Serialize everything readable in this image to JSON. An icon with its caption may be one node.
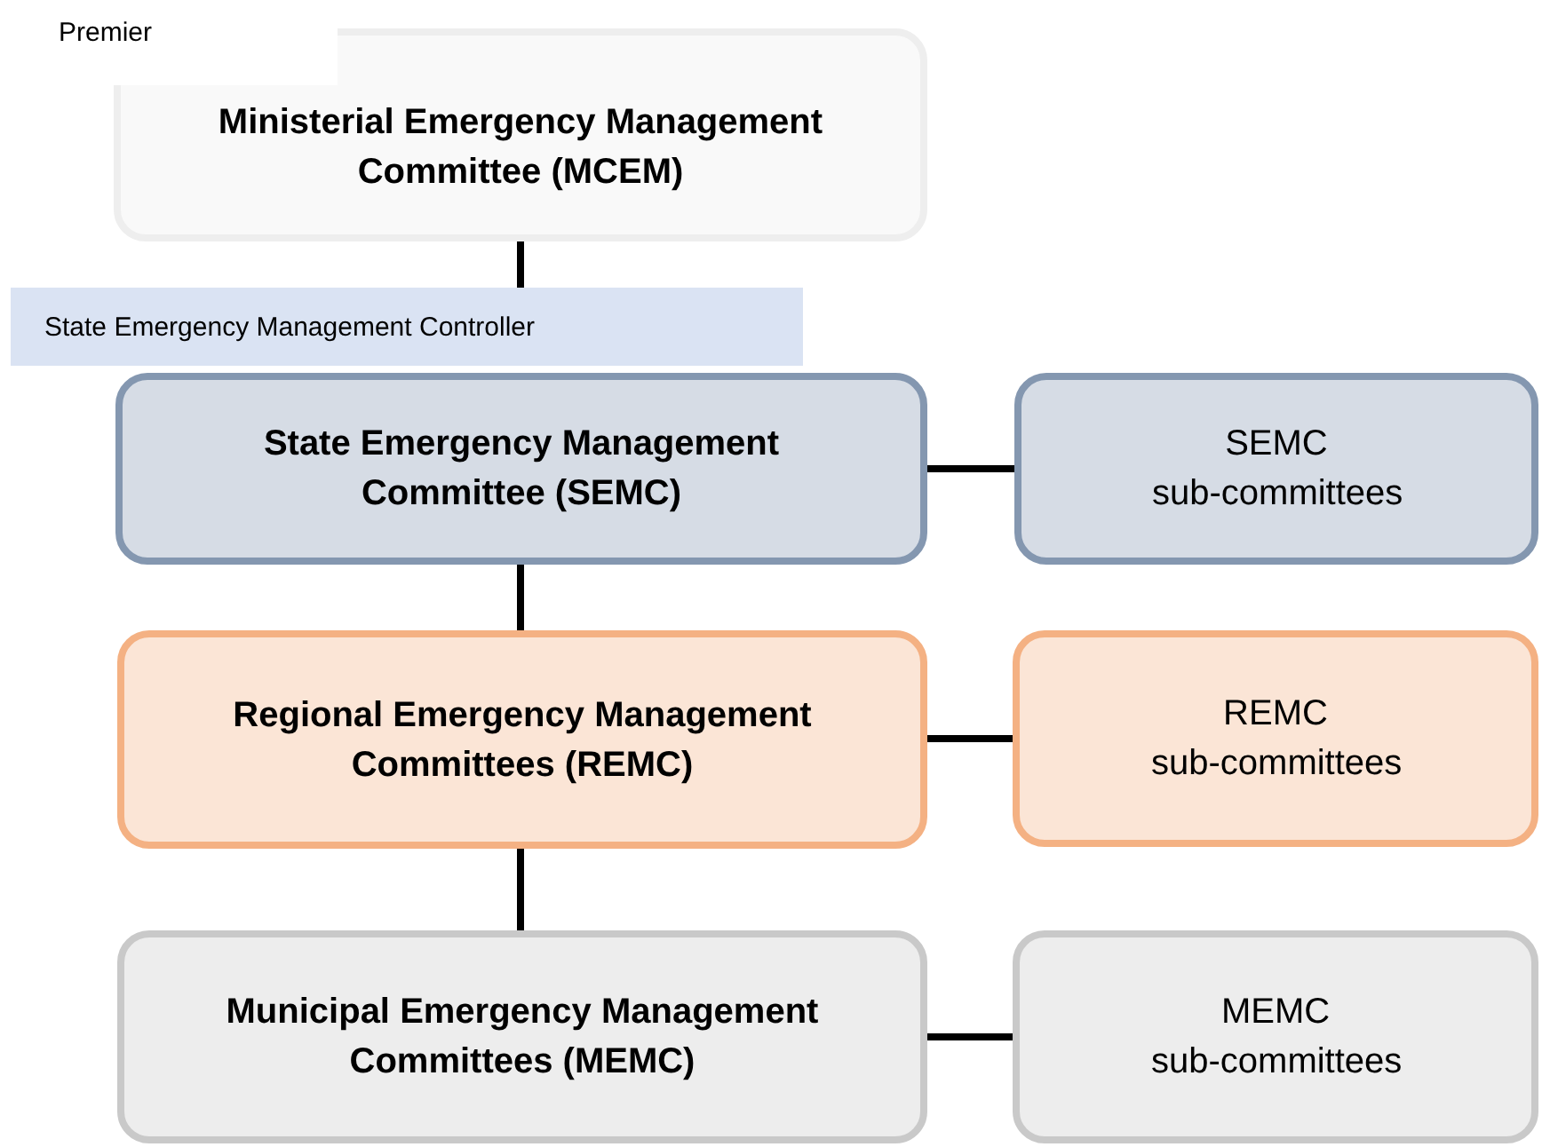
{
  "diagram": {
    "nodes": [
      {
        "text": [
          "Premier"
        ]
      },
      {
        "text": [
          "Ministerial Emergency Management Committee (MCEM)"
        ]
      },
      {
        "text": [
          "State Emergency Management Controller"
        ]
      },
      {
        "text": [
          "State Emergency Management Committee (SEMC)"
        ]
      },
      {
        "text": [
          "SEMC sub-committees"
        ]
      },
      {
        "text": [
          "Regional Emergency Management Committees (REMC)"
        ]
      },
      {
        "text": [
          "REMC sub-committees"
        ]
      },
      {
        "text": [
          "Municipal Emergency Management Committees (MEMC)"
        ]
      },
      {
        "text": [
          "MEMC sub-committees"
        ]
      }
    ],
    "edges": [
      {
        "from": 1,
        "to": 2,
        "arrow": "none"
      },
      {
        "from": 3,
        "to": 4,
        "arrow": "none"
      },
      {
        "from": 3,
        "to": 5,
        "arrow": "none"
      },
      {
        "from": 5,
        "to": 6,
        "arrow": "none"
      },
      {
        "from": 5,
        "to": 7,
        "arrow": "none"
      },
      {
        "from": 7,
        "to": 8,
        "arrow": "none"
      }
    ]
  }
}
